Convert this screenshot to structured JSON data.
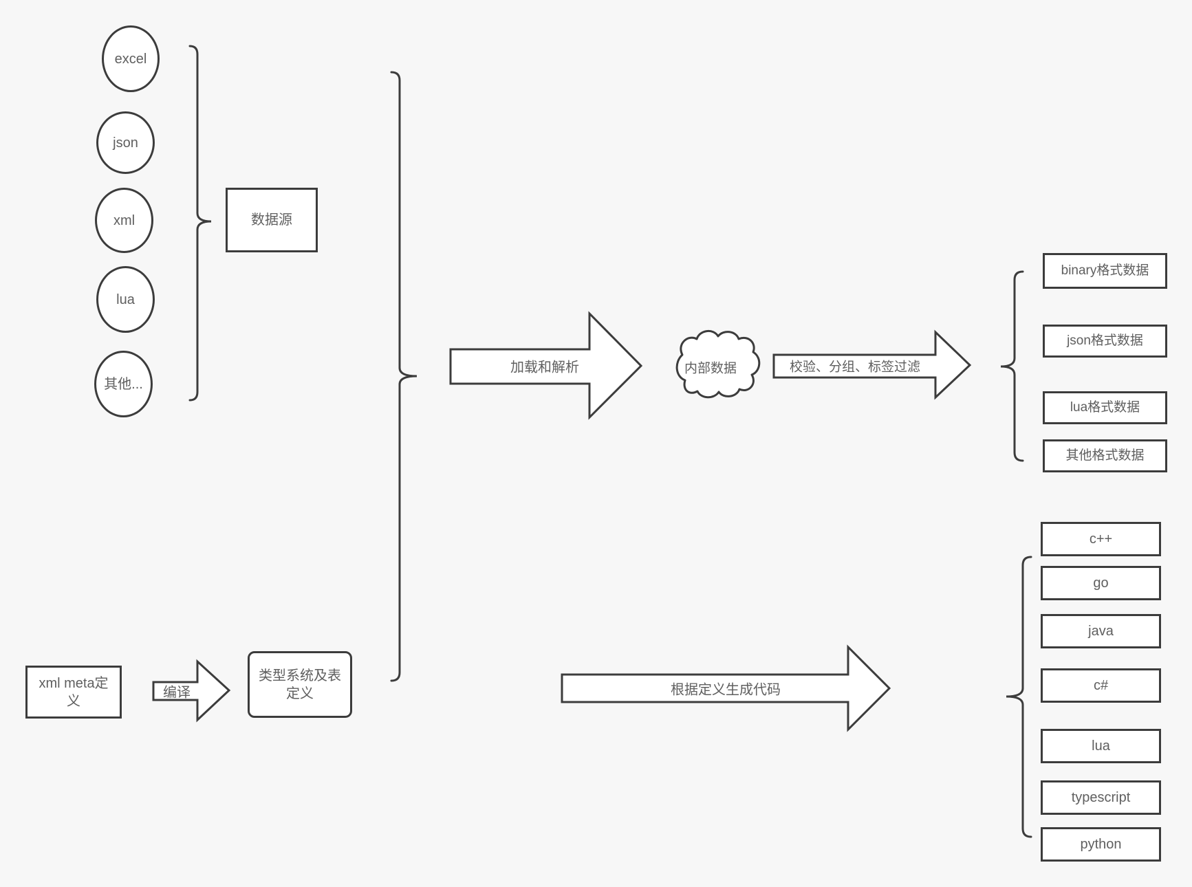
{
  "diagram": {
    "background": "#f7f7f7",
    "stroke_color": "#3c3c3c",
    "text_color": "#5f5f5f"
  },
  "sources": {
    "group_label": "数据源",
    "items": [
      "excel",
      "json",
      "xml",
      "lua",
      "其他..."
    ]
  },
  "pipeline": {
    "load_arrow_label": "加载和解析",
    "cloud_label": "内部数据",
    "filter_arrow_label": "校验、分组、标签过滤",
    "format_outputs": [
      "binary格式数据",
      "json格式数据",
      "lua格式数据",
      "其他格式数据"
    ]
  },
  "codegen": {
    "xml_meta_label": "xml meta定义",
    "compile_arrow_label": "编译",
    "type_system_label": "类型系统及表定义",
    "codegen_arrow_label": "根据定义生成代码",
    "languages": [
      "c++",
      "go",
      "java",
      "c#",
      "lua",
      "typescript",
      "python"
    ]
  }
}
